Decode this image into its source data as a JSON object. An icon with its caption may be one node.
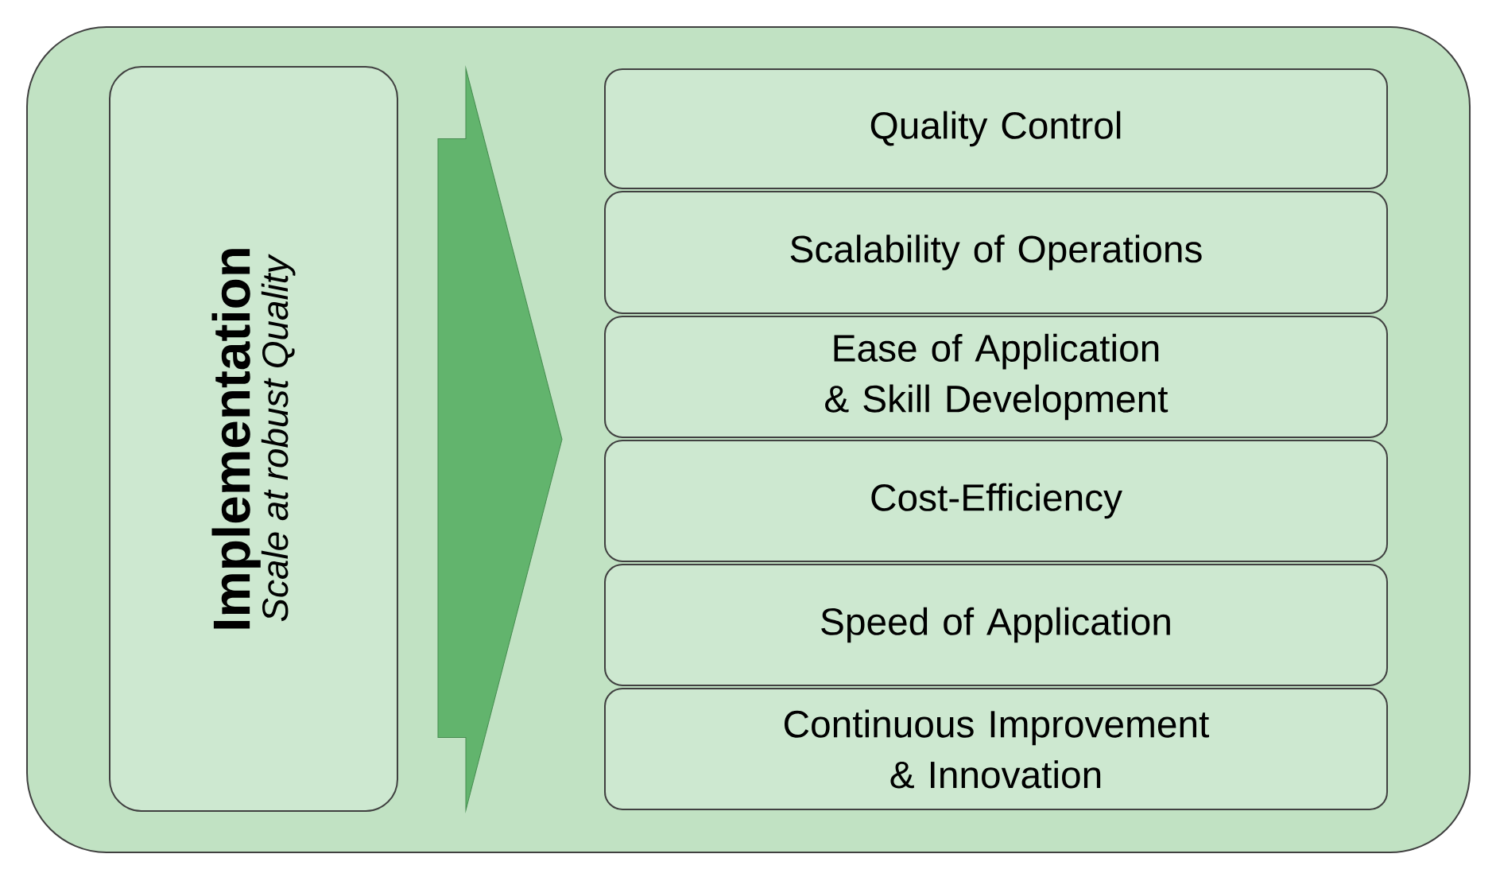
{
  "diagram": {
    "nodes": [
      {
        "text": [],
        "shape": "box"
      },
      {
        "text": [
          "Implementation",
          "Scale at robust Quality"
        ],
        "in": 0
      },
      {
        "text": [
          "Quality Control"
        ],
        "in": 0
      },
      {
        "text": [
          "Scalability of Operations"
        ],
        "in": 0
      },
      {
        "text": [
          "Ease of Application & Skill Development"
        ],
        "in": 0
      },
      {
        "text": [
          "Cost-Efficiency"
        ],
        "in": 0
      },
      {
        "text": [
          "Speed of Application"
        ],
        "in": 0
      },
      {
        "text": [
          "Continuous Improvement & Innovation"
        ],
        "in": 0
      }
    ],
    "edges": [
      {
        "from": 1,
        "to": 2,
        "arrow": "to"
      },
      {
        "from": 1,
        "to": 3,
        "arrow": "to"
      },
      {
        "from": 1,
        "to": 4,
        "arrow": "to"
      },
      {
        "from": 1,
        "to": 5,
        "arrow": "to"
      },
      {
        "from": 1,
        "to": 6,
        "arrow": "to"
      },
      {
        "from": 1,
        "to": 7,
        "arrow": "to"
      }
    ]
  }
}
